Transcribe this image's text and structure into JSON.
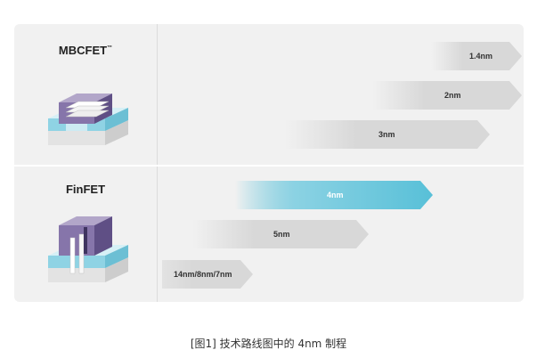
{
  "rows": [
    {
      "name": "MBCFET",
      "trademark": "™",
      "nodes": [
        {
          "label": "1.4nm",
          "highlight": false
        },
        {
          "label": "2nm",
          "highlight": false
        },
        {
          "label": "3nm",
          "highlight": false
        }
      ]
    },
    {
      "name": "FinFET",
      "trademark": "",
      "nodes": [
        {
          "label": "4nm",
          "highlight": true
        },
        {
          "label": "5nm",
          "highlight": false
        },
        {
          "label": "14nm/8nm/7nm",
          "highlight": false
        }
      ]
    }
  ],
  "caption": "[图1] 技术路线图中的 4nm 制程",
  "colors": {
    "panel": "#f1f1f1",
    "highlight": "#58c0d8",
    "gray_arrow": "#d8d8d8",
    "device_purple": "#7a6a9c",
    "device_cyan": "#8fd3e4"
  }
}
